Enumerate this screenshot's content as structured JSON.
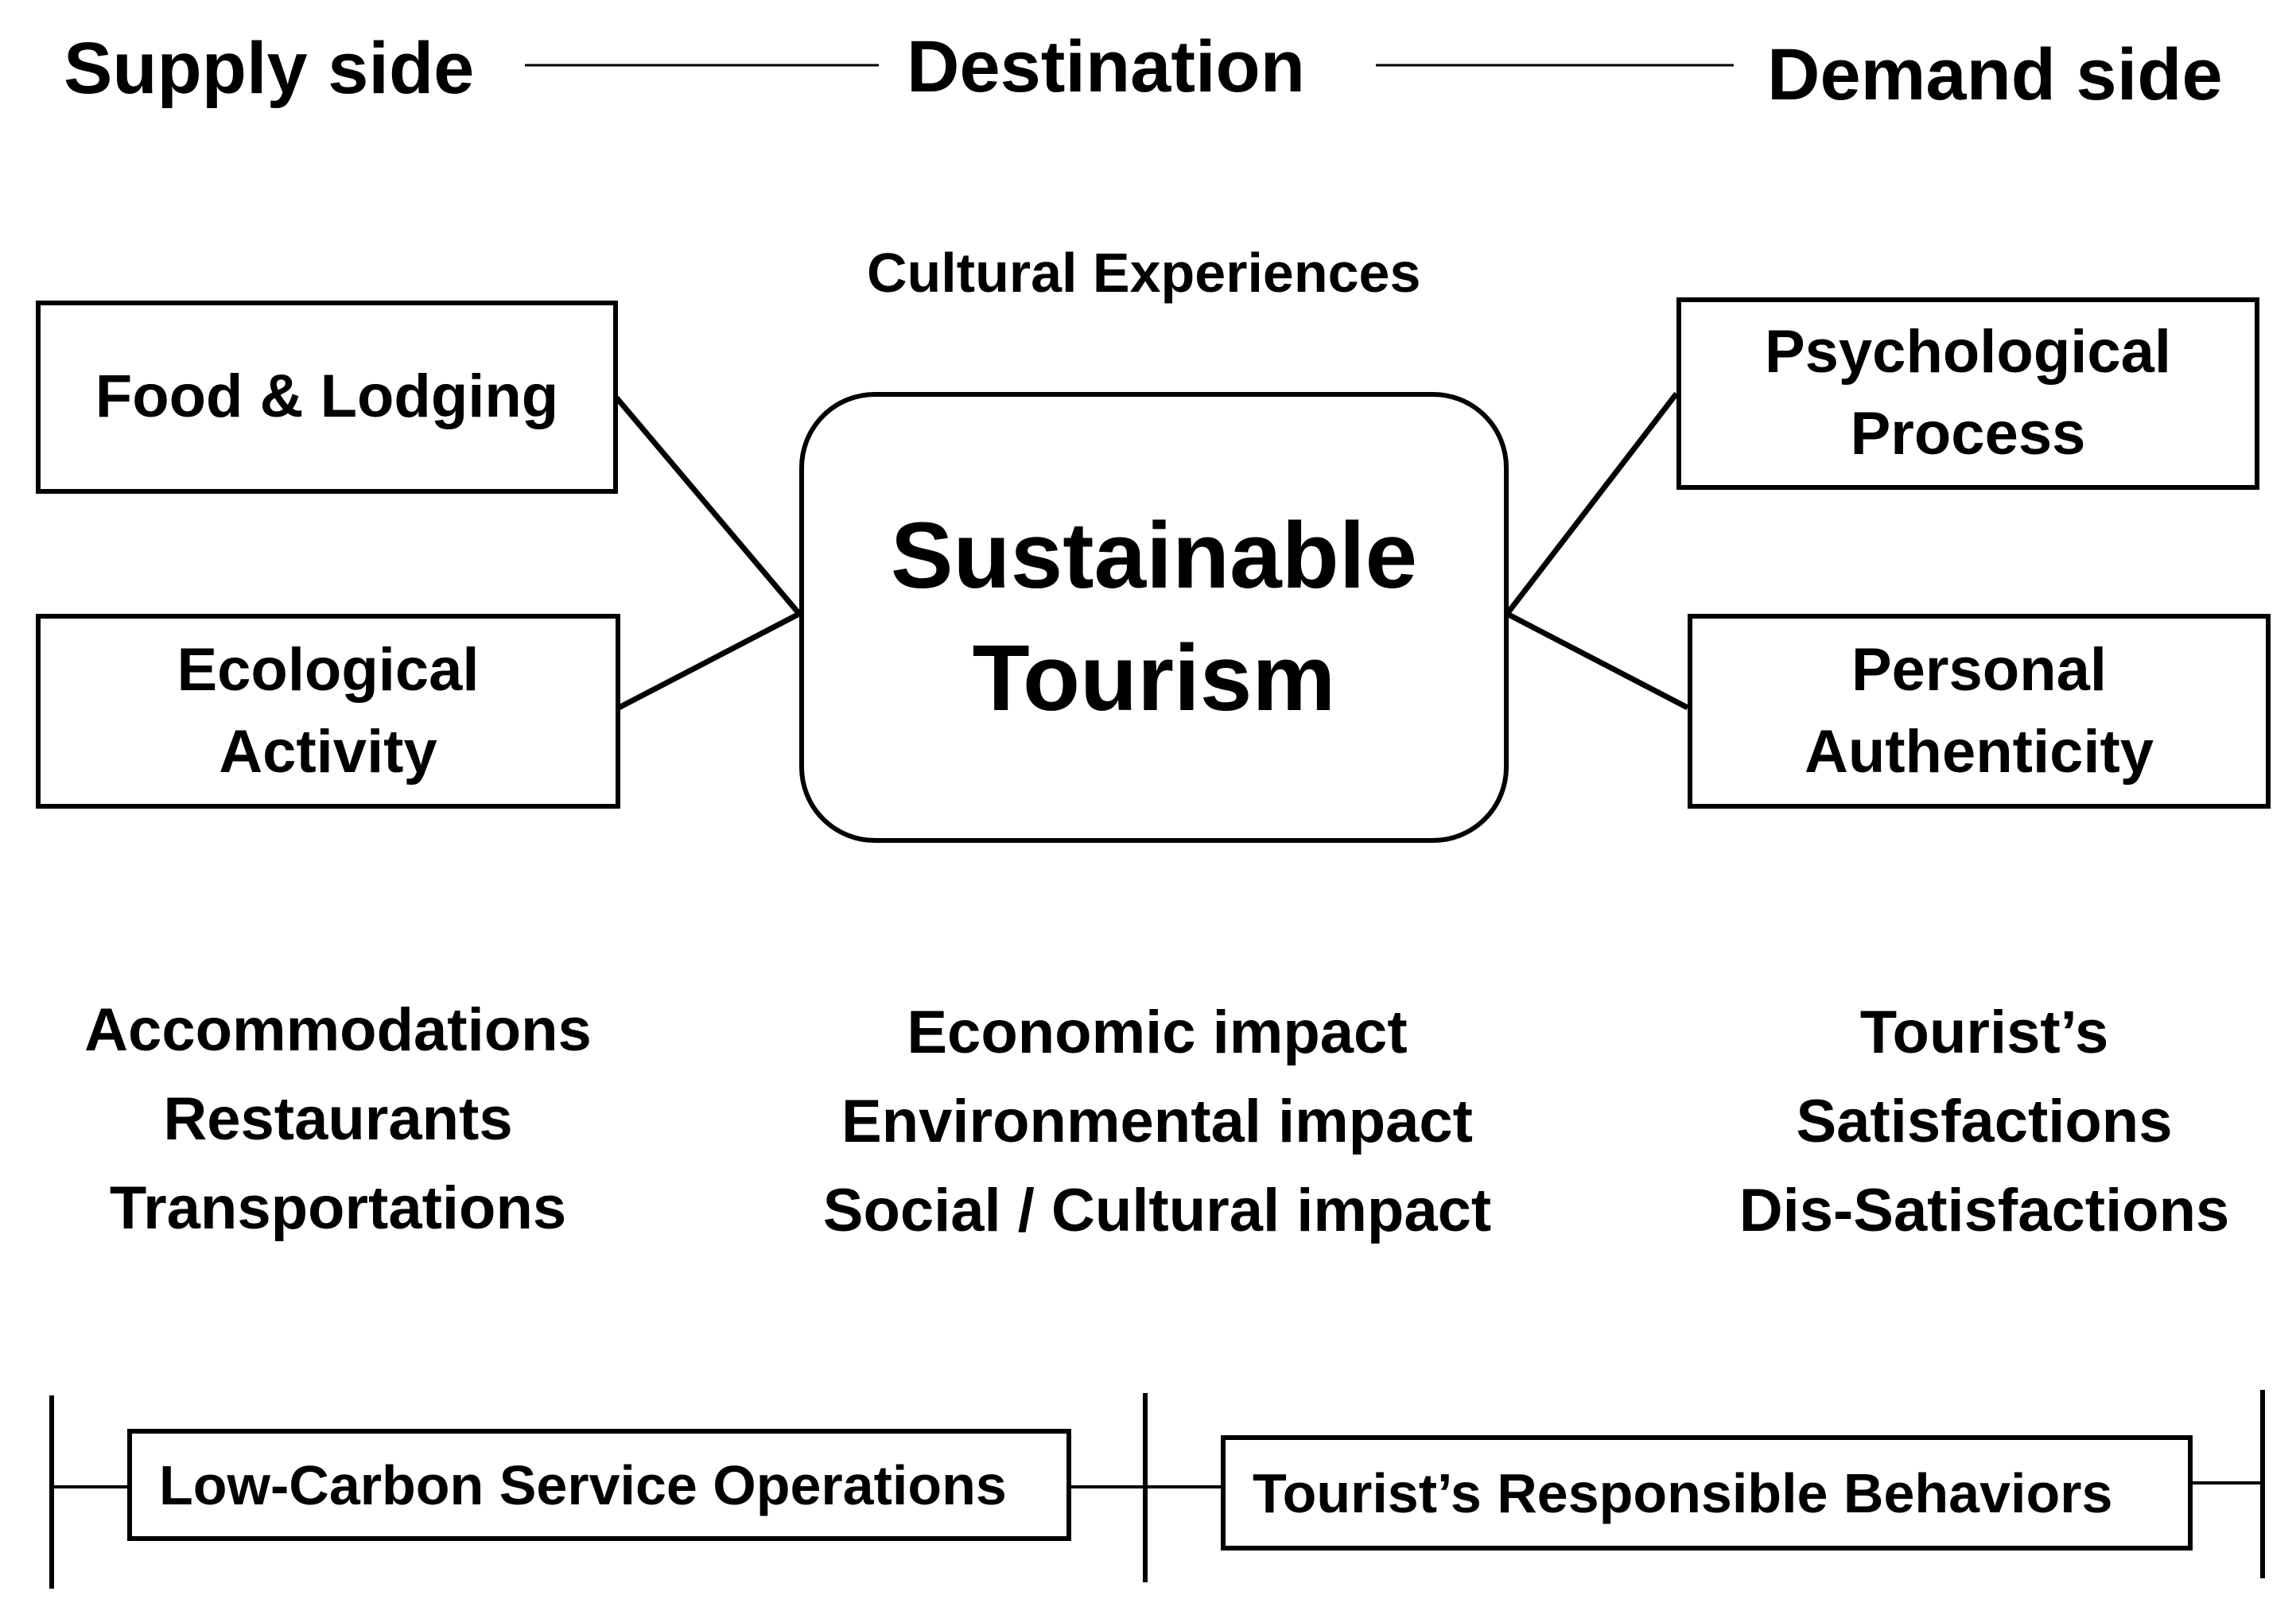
{
  "header": {
    "supply_side": "Supply side",
    "destination": "Destination",
    "demand_side": "Demand side"
  },
  "center": {
    "caption": "Cultural Experiences",
    "line1": "Sustainable",
    "line2": "Tourism"
  },
  "supply_boxes": {
    "food_lodging": "Food & Lodging",
    "ecological_line1": "Ecological",
    "ecological_line2": "Activity"
  },
  "demand_boxes": {
    "psychological_line1": "Psychological",
    "psychological_line2": "Process",
    "personal_line1": "Personal",
    "personal_line2": "Authenticity"
  },
  "supply_list": [
    "Accommodations",
    "Restaurants",
    "Transportations"
  ],
  "destination_list": [
    "Economic impact",
    "Environmental impact",
    "Social / Cultural impact"
  ],
  "demand_list": [
    "Tourist’s",
    "Satisfactions",
    "Dis-Satisfactions"
  ],
  "bottom": {
    "low_carbon": "Low-Carbon Service Operations",
    "responsible_behaviors": "Tourist’s Responsible Behaviors"
  }
}
